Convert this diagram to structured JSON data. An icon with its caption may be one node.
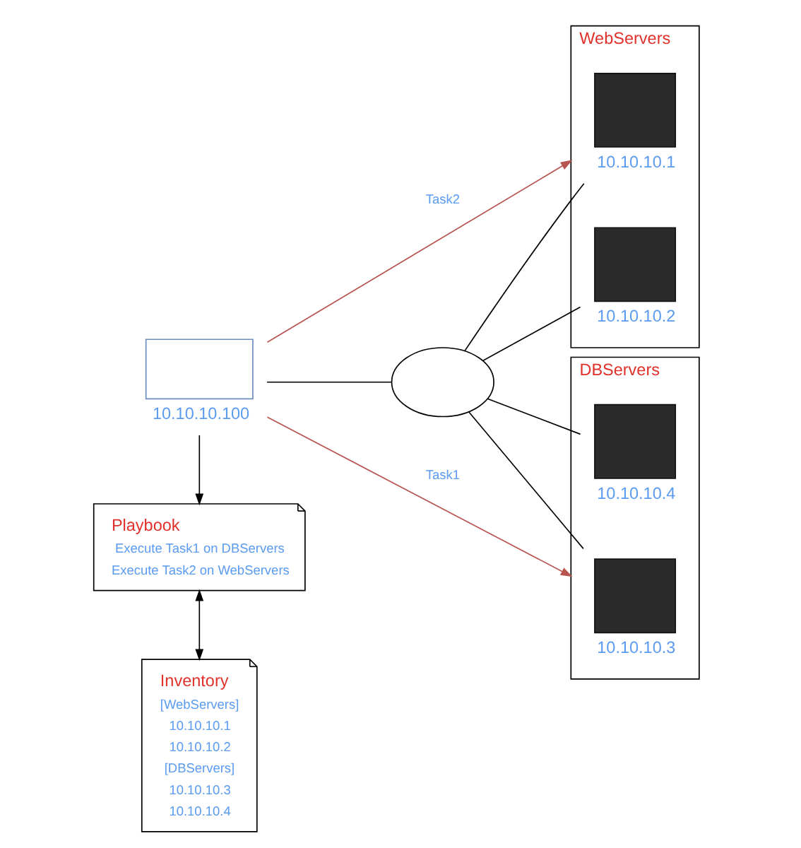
{
  "diagram": {
    "nodes": [
      {
        "text": [],
        "shape": "computer",
        "beside": [
          "10.10.10.100"
        ]
      },
      {
        "text": [],
        "shape": "cloud"
      },
      {
        "text": [
          "WebServers"
        ]
      },
      {
        "text": [],
        "shape": "server",
        "beside": [
          "10.10.10.1"
        ],
        "in": 2
      },
      {
        "text": [],
        "shape": "server",
        "beside": [
          "10.10.10.2"
        ],
        "in": 2
      },
      {
        "text": [
          "DBServers"
        ]
      },
      {
        "text": [],
        "shape": "server",
        "beside": [
          "10.10.10.3"
        ],
        "in": 5
      },
      {
        "text": [],
        "shape": "server",
        "beside": [
          "10.10.10.4"
        ],
        "in": 5
      },
      {
        "text": [
          "Playbook",
          "Execute Task1 on DBServers",
          "Execute Task2 on WebServers"
        ]
      },
      {
        "text": [
          "Inventory",
          "[WebServers]",
          "10.10.10.1",
          "10.10.10.2",
          "[DBServers]",
          "10.10.10.3",
          "10.10.10.4"
        ]
      }
    ],
    "edges": [
      {
        "from": 0,
        "to": 2,
        "arrow": "to",
        "label": "Task2",
        "color": "#b85450"
      },
      {
        "from": 0,
        "to": 1,
        "arrow": "none"
      },
      {
        "from": 0,
        "to": 5,
        "arrow": "to",
        "label": "Task1",
        "color": "#b85450"
      },
      {
        "from": 1,
        "to": 3,
        "arrow": "none"
      },
      {
        "from": 1,
        "to": 4,
        "arrow": "none"
      },
      {
        "from": 1,
        "to": 6,
        "arrow": "none"
      },
      {
        "from": 1,
        "to": 7,
        "arrow": "none"
      },
      {
        "from": 0,
        "to": 8,
        "arrow": "to"
      },
      {
        "from": 8,
        "to": 9,
        "arrow": "both"
      }
    ]
  }
}
